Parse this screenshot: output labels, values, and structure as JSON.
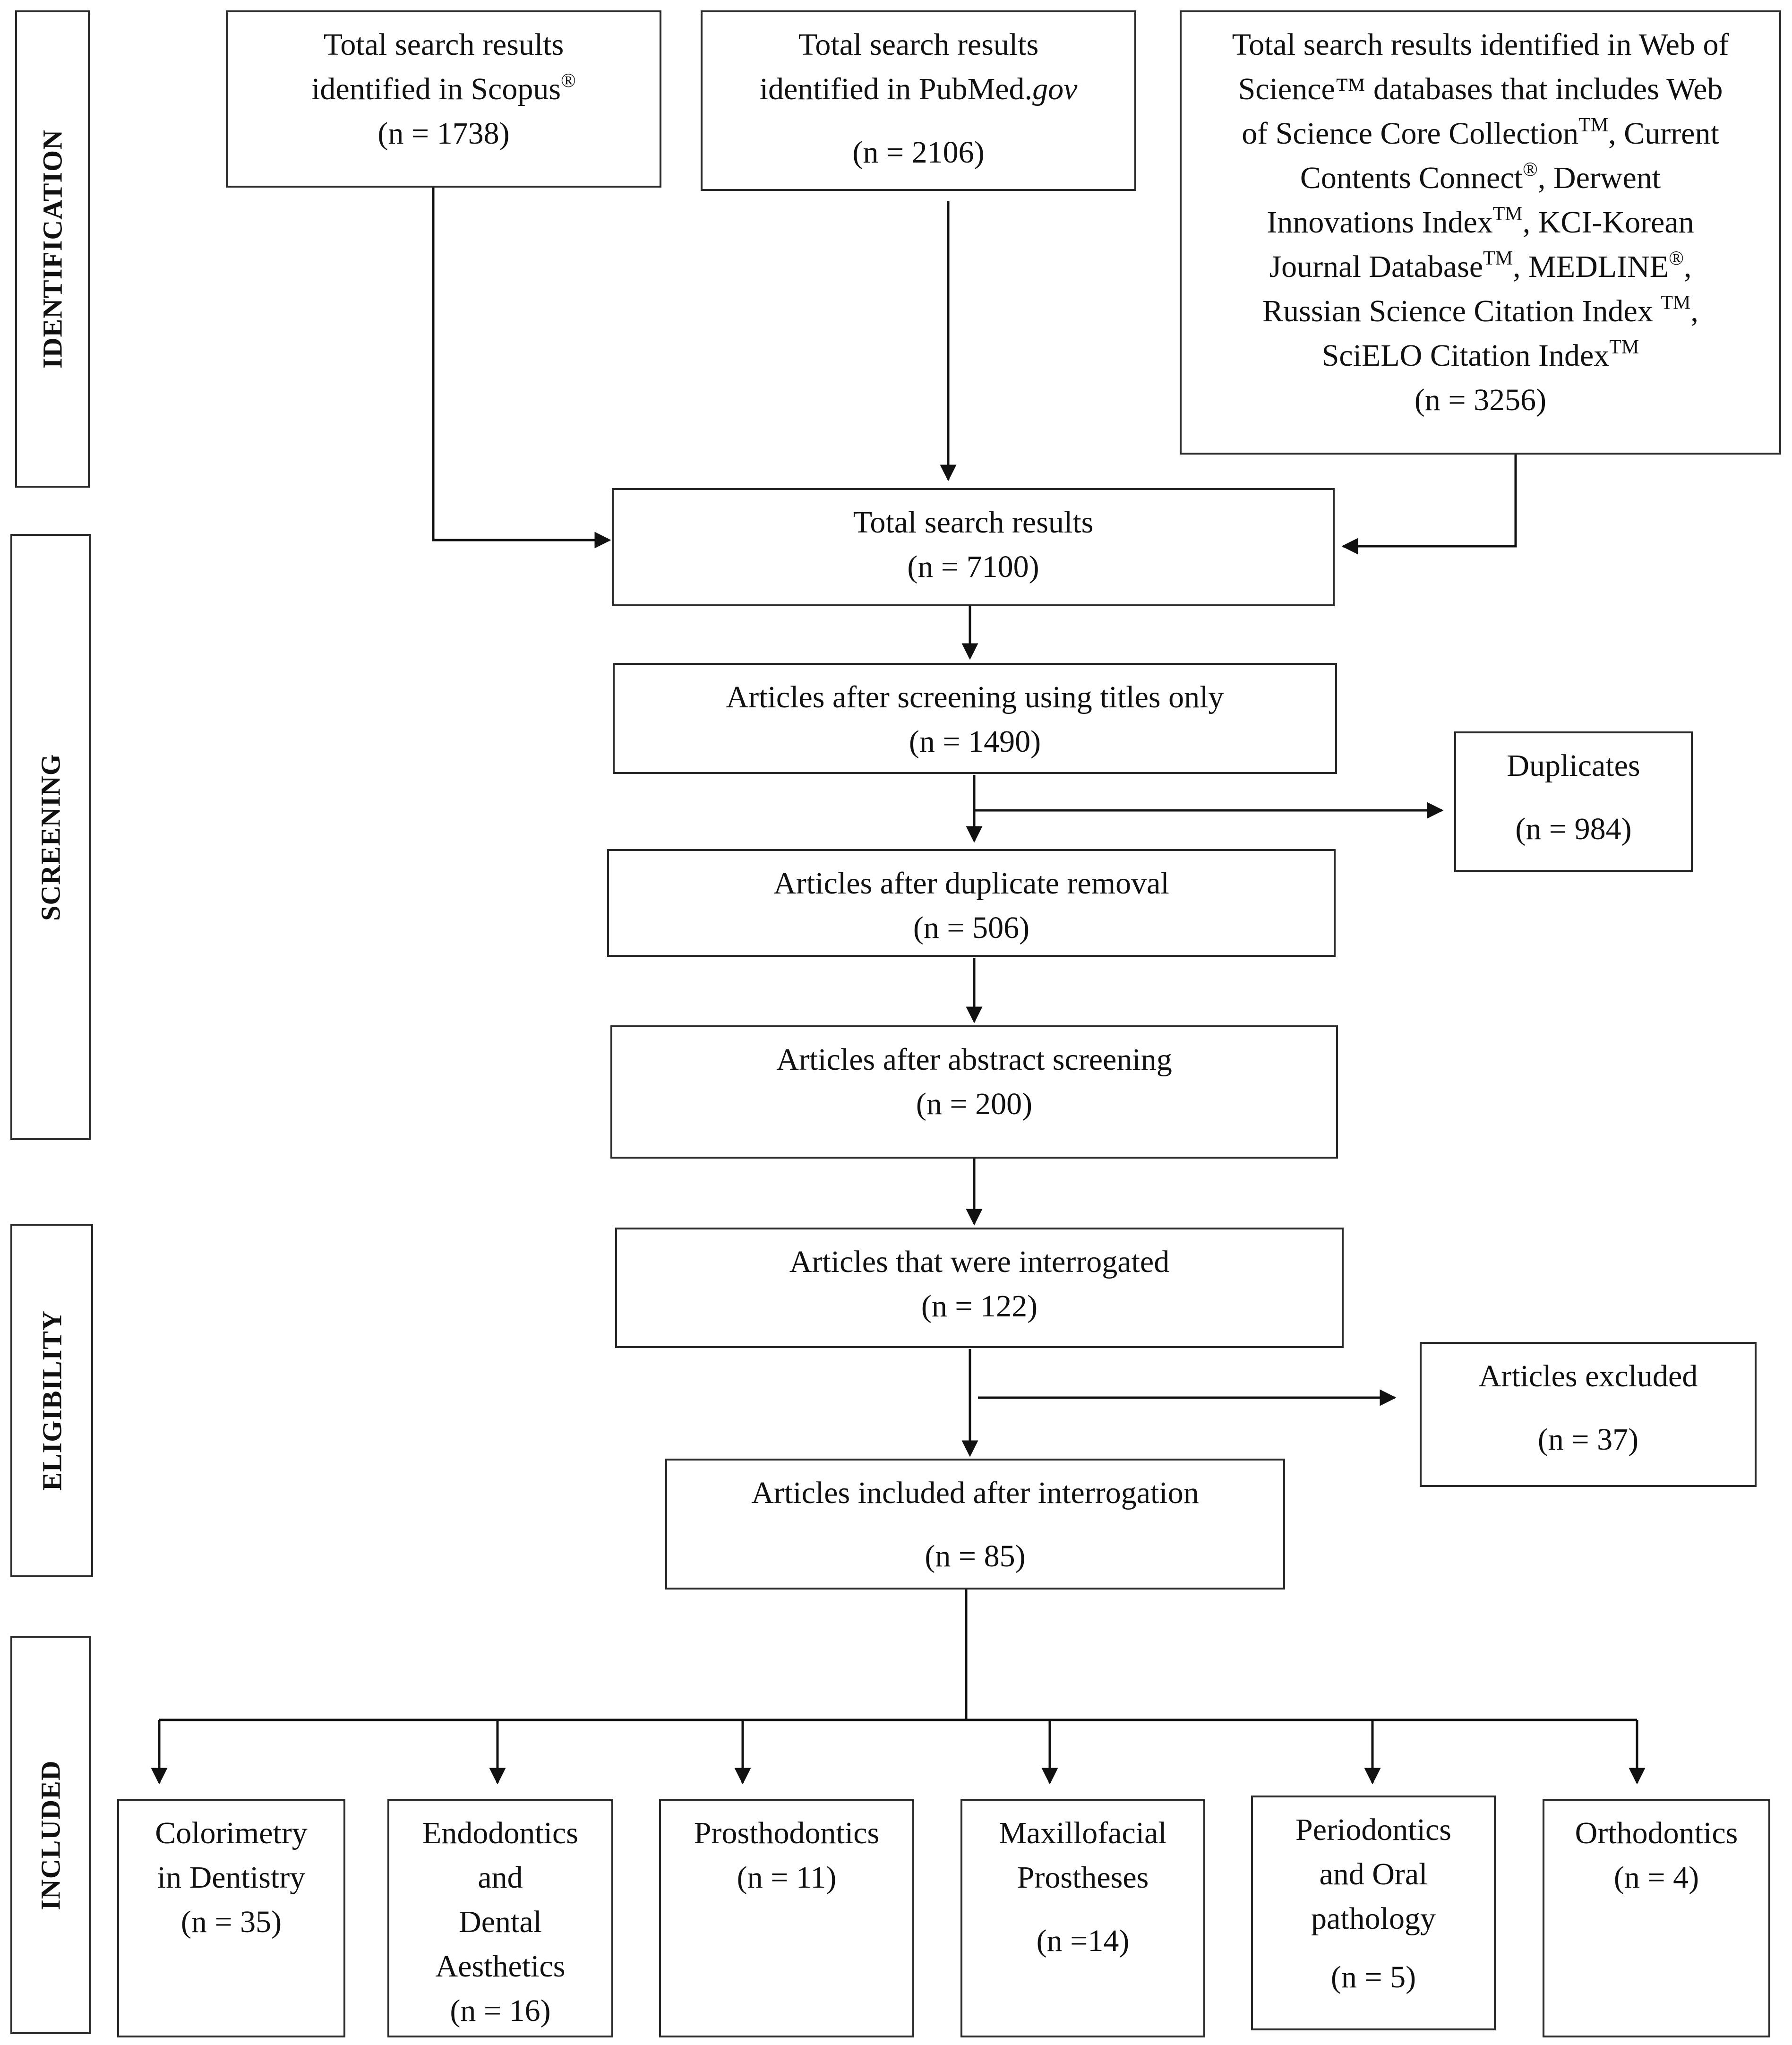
{
  "stages": {
    "identification": "IDENTIFICATION",
    "screening": "SCREENING",
    "eligibility": "ELIGIBILITY",
    "included": "INCLUDED"
  },
  "sources": {
    "scopus": {
      "line1": "Total search results",
      "line2": "identified in Scopus",
      "count": "(n = 1738)"
    },
    "pubmed": {
      "line1": "Total search results",
      "line2": "identified in PubMed.",
      "line2_italic": "gov",
      "count": "(n = 2106)"
    },
    "wos": {
      "l1": "Total search results identified in Web of",
      "l2": "Science™ databases that includes Web",
      "l3a": "of Science Core Collection",
      "l3b": ", Current",
      "l4a": "Contents Connect",
      "l4b": ", Derwent",
      "l5a": "Innovations Index",
      "l5b": ", KCI-Korean",
      "l6a": "Journal Database",
      "l6b": ", MEDLINE",
      "l6c": ",",
      "l7a": "Russian Science Citation Index ",
      "l7b": ",",
      "l8a": "SciELO Citation Index",
      "count": "(n = 3256)"
    }
  },
  "marks": {
    "registered": "®",
    "tm": "TM"
  },
  "flow": {
    "total": {
      "label": "Total search results",
      "count": "(n = 7100)"
    },
    "titles": {
      "label": "Articles after screening using titles only",
      "count": "(n = 1490)"
    },
    "duplicates": {
      "label": "Duplicates",
      "count": "(n = 984)"
    },
    "dedup": {
      "label": "Articles after duplicate removal",
      "count": "(n = 506)"
    },
    "abstract": {
      "label": "Articles after abstract screening",
      "count": "(n = 200)"
    },
    "interrogated": {
      "label": "Articles that were interrogated",
      "count": "(n = 122)"
    },
    "excluded": {
      "label": "Articles excluded",
      "count": "(n = 37)"
    },
    "included": {
      "label": "Articles included after interrogation",
      "count": "(n = 85)"
    }
  },
  "categories": {
    "colorimetry": {
      "l1": "Colorimetry",
      "l2": "in Dentistry",
      "count": "(n = 35)"
    },
    "endodontics": {
      "l1": "Endodontics",
      "l2": "and",
      "l3": "Dental",
      "l4": "Aesthetics",
      "count": "(n = 16)"
    },
    "prosthodontics": {
      "l1": "Prosthodontics",
      "count": "(n = 11)"
    },
    "maxillofacial": {
      "l1": "Maxillofacial",
      "l2": "Prostheses",
      "count": "(n =14)"
    },
    "periodontics": {
      "l1": "Periodontics",
      "l2": "and Oral",
      "l3": "pathology",
      "count": "(n = 5)"
    },
    "orthodontics": {
      "l1": "Orthodontics",
      "count": "(n = 4)"
    }
  }
}
